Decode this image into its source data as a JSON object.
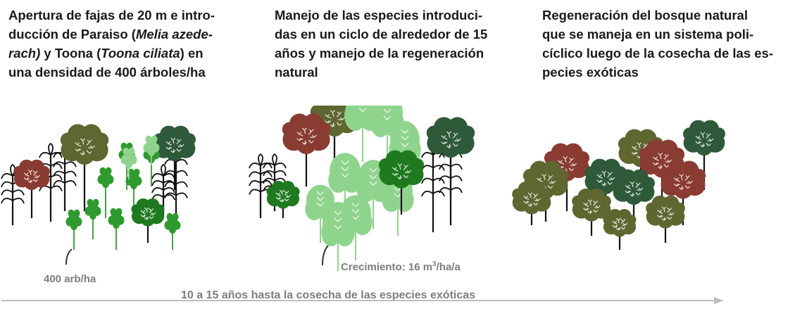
{
  "captions": [
    {
      "line1": "Apertura de fajas de 20 m e intro-",
      "line2a": "ducción de Paraiso (",
      "line2b": "Melia azede-",
      "line3a": "rach)",
      "line3b": " y Toona (",
      "line3c": "Toona ciliata",
      "line3d": ") en",
      "line4": "una densidad de 400 árboles/ha"
    },
    {
      "line1": "Manejo de las especies introduci-",
      "line2": "das en un ciclo de alrededor de 15",
      "line3": "años y manejo de la regeneración",
      "line4": "natural"
    },
    {
      "line1": "Regeneración del bosque natural",
      "line2": "que se maneja en un sistema poli-",
      "line3": "cíclico luego de la cosecha de las es-",
      "line4": "pecies exóticas"
    }
  ],
  "labels": {
    "density": "400 arb/ha",
    "growth_prefix": "Crecimiento: 16 m",
    "growth_sup": "3",
    "growth_suffix": "/ha/a",
    "timeline": "10 a 15 años hasta la cosecha de las especies exóticas"
  },
  "colors": {
    "dark_green": "#2f5a3a",
    "olive": "#5f6630",
    "red_brown": "#8a3b32",
    "bright_green": "#2f9a2f",
    "light_green": "#8fd48c",
    "trunk": "#111111",
    "arrow": "#bdbdbd",
    "label_grey": "#7d7d7d"
  }
}
